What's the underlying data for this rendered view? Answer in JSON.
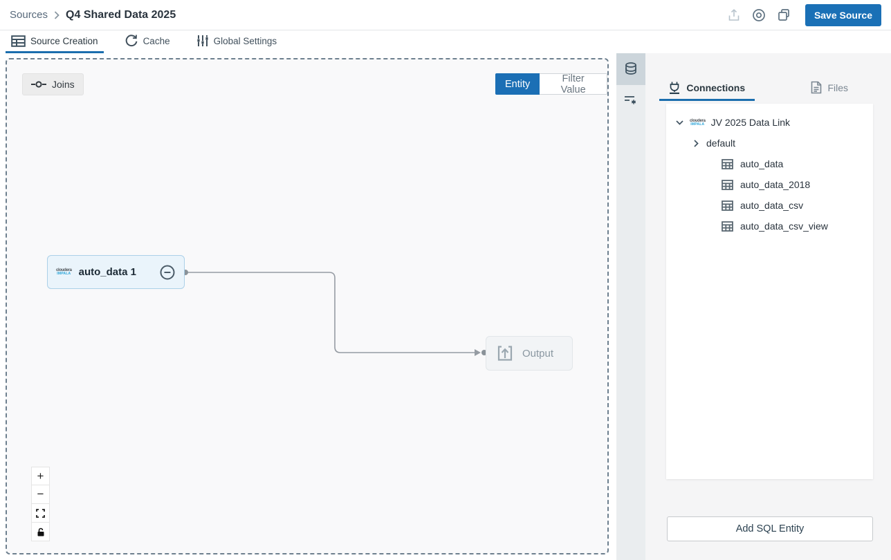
{
  "colors": {
    "accent_blue": "#1a70b6",
    "node_fill": "#eaf4fb",
    "node_border": "#abd0e8",
    "canvas_border": "#6d7f8e",
    "line_gray": "#969ca3"
  },
  "header": {
    "breadcrumb_parent": "Sources",
    "title": "Q4 Shared Data 2025",
    "save_label": "Save Source"
  },
  "tabs": {
    "source_creation": "Source Creation",
    "cache": "Cache",
    "global_settings": "Global Settings"
  },
  "canvas": {
    "joins_label": "Joins",
    "toggle": {
      "entity": "Entity",
      "filter_value": "Filter Value"
    },
    "node": {
      "label": "auto_data 1",
      "logo_line1": "cloudera",
      "logo_line2": "IMPALA"
    },
    "output_label": "Output",
    "zoom": {
      "in": "+",
      "out": "−"
    }
  },
  "panel": {
    "tabs": {
      "connections": "Connections",
      "files": "Files"
    },
    "tree": {
      "connection": {
        "label": "JV 2025 Data Link",
        "logo_line1": "cloudera",
        "logo_line2": "IMPALA"
      },
      "database": "default",
      "tables": [
        "auto_data",
        "auto_data_2018",
        "auto_data_csv",
        "auto_data_csv_view"
      ]
    },
    "add_button": "Add SQL Entity"
  }
}
